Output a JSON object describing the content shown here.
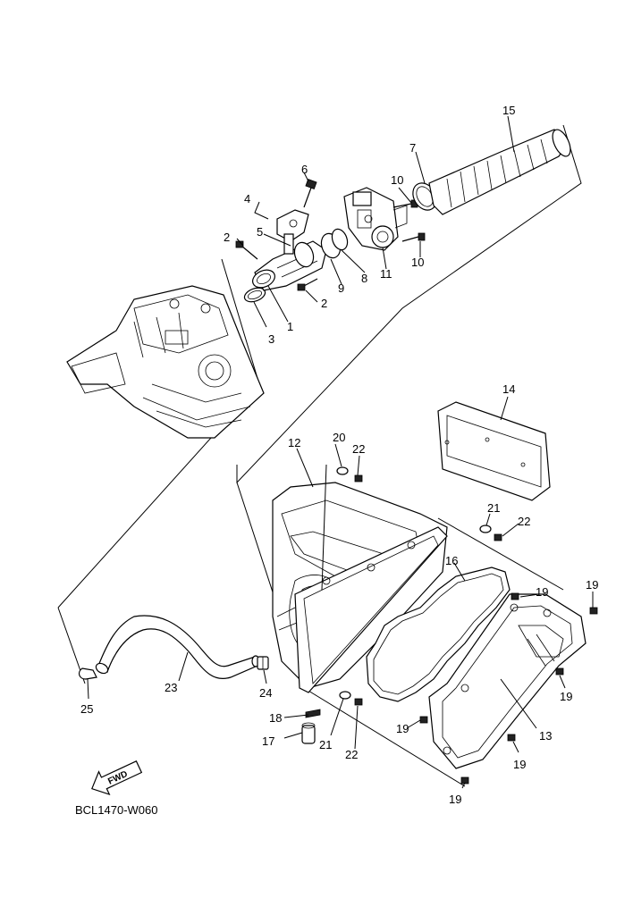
{
  "diagram": {
    "code": "BCL1470-W060",
    "fwd_label": "FWD",
    "callouts": [
      "1",
      "2",
      "2",
      "3",
      "4",
      "5",
      "6",
      "7",
      "8",
      "9",
      "10",
      "10",
      "11",
      "12",
      "13",
      "14",
      "15",
      "16",
      "17",
      "18",
      "19",
      "19",
      "19",
      "19",
      "19",
      "19",
      "20",
      "21",
      "21",
      "22",
      "22",
      "22",
      "23",
      "24",
      "25"
    ]
  }
}
